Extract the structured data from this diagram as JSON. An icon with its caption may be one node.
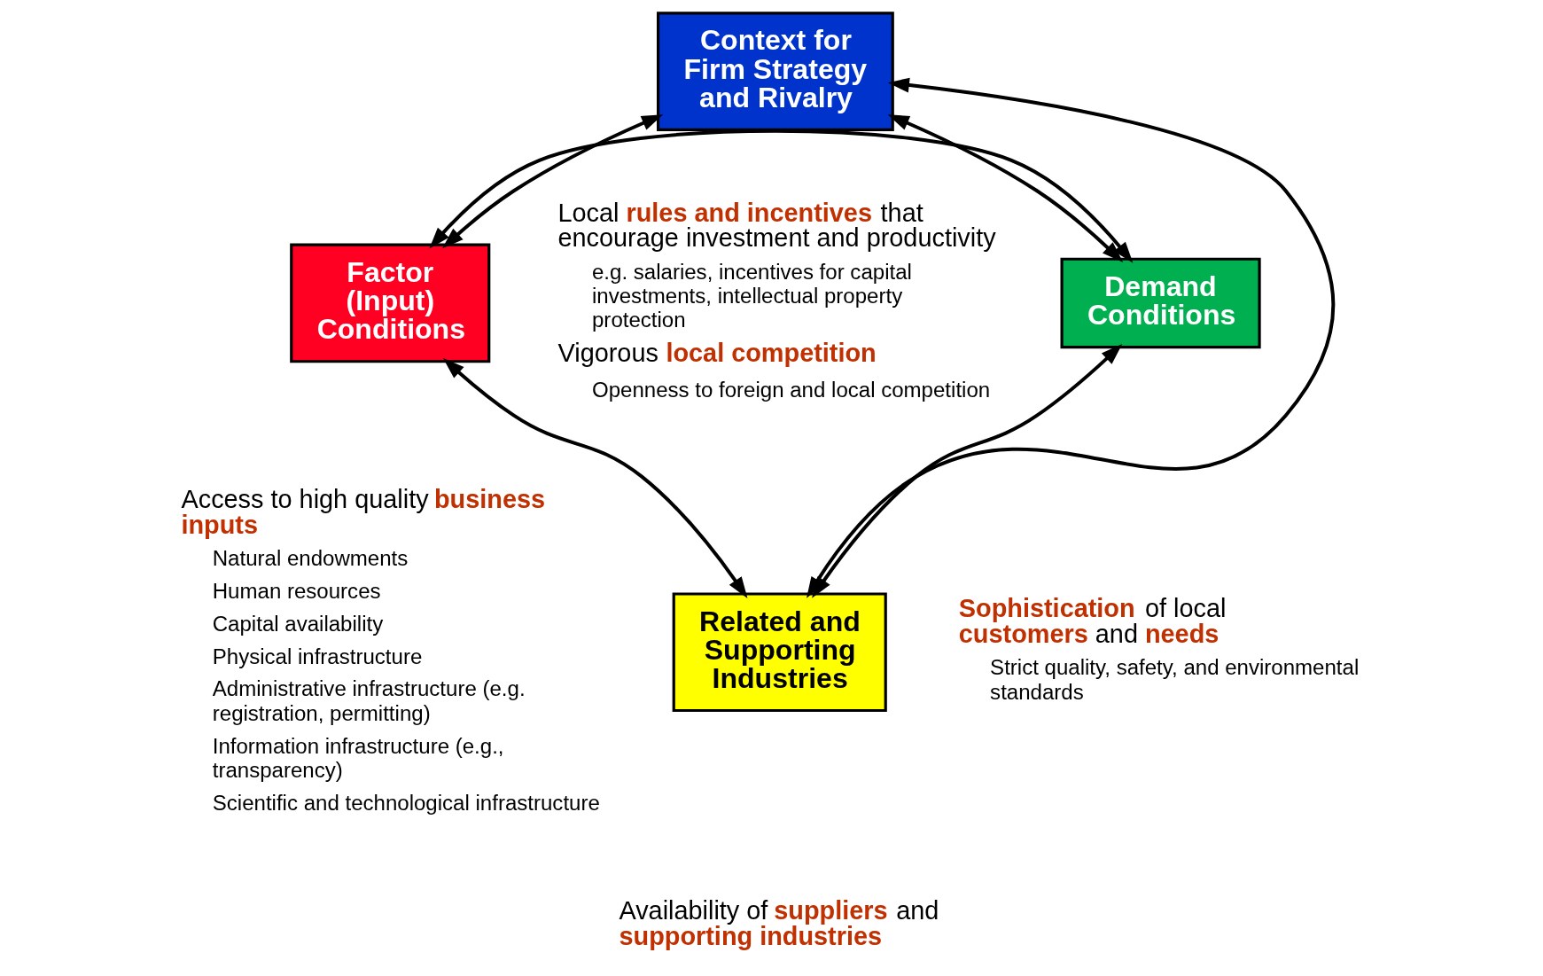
{
  "diagram": {
    "nodes": [
      {
        "text": [
          "Context for Firm Strategy and Rivalry"
        ]
      },
      {
        "text": [
          "Factor (Input) Conditions"
        ]
      },
      {
        "text": [
          "Demand Conditions"
        ]
      },
      {
        "text": [
          "Related and Supporting Industries"
        ]
      }
    ],
    "edges": [
      {
        "from": 0,
        "to": 1,
        "arrow": "both"
      },
      {
        "from": 0,
        "to": 2,
        "arrow": "both"
      },
      {
        "from": 0,
        "to": 3,
        "arrow": "both"
      },
      {
        "from": 1,
        "to": 2,
        "arrow": "both"
      },
      {
        "from": 1,
        "to": 3,
        "arrow": "both"
      },
      {
        "from": 2,
        "to": 3,
        "arrow": "both"
      }
    ],
    "labels": [
      "Local **rules and incentives** that encourage investment and productivity",
      "e.g. salaries, incentives for capital investments, intellectual property protection",
      "Vigorous **local competition**",
      "Openness to foreign and local competition",
      "Access to high quality **business inputs**",
      "Natural endowments",
      "Human resources",
      "Capital availability",
      "Physical infrastructure",
      "Administrative infrastructure (e.g. registration, permitting)",
      "Information infrastructure (e.g., transparency)",
      "Scientific and technological infrastructure",
      "**Sophistication** of local **customers** and **needs**",
      "Strict quality, safety, and environmental standards",
      "Availability of **suppliers** and **supporting industries**"
    ]
  }
}
